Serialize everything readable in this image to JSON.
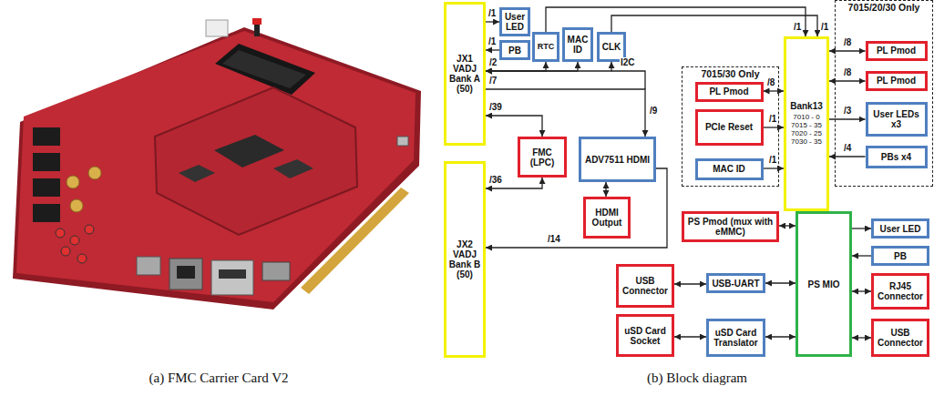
{
  "diagram": {
    "nodes": [
      {
        "text": [
          "JX1 VADJ Bank A (50)"
        ]
      },
      {
        "text": [
          "User LED"
        ]
      },
      {
        "text": [
          "PB"
        ]
      },
      {
        "text": [
          "RTC"
        ]
      },
      {
        "text": [
          "MAC ID"
        ]
      },
      {
        "text": [
          "CLK"
        ]
      },
      {
        "text": [
          "7015/30 Only"
        ]
      },
      {
        "text": [
          "PL Pmod"
        ],
        "in": 6
      },
      {
        "text": [
          "PCIe Reset"
        ],
        "in": 6
      },
      {
        "text": [
          "MAC ID"
        ],
        "in": 6
      },
      {
        "text": [
          "Bank13",
          "7010 - 0 7015 - 35 7020 - 25 7030 - 35"
        ]
      },
      {
        "text": [
          "7015/20/30 Only"
        ]
      },
      {
        "text": [
          "PL Pmod"
        ],
        "in": 11
      },
      {
        "text": [
          "PL Pmod"
        ],
        "in": 11
      },
      {
        "text": [
          "User LEDs x3"
        ],
        "in": 11
      },
      {
        "text": [
          "PBs x4"
        ],
        "in": 11
      },
      {
        "text": [
          "FMC (LPC)"
        ]
      },
      {
        "text": [
          "ADV7511 HDMI"
        ]
      },
      {
        "text": [
          "HDMI Output"
        ]
      },
      {
        "text": [
          "JX2 VADJ Bank B (50)"
        ]
      },
      {
        "text": [
          "PS Pmod (mux with eMMC)"
        ]
      },
      {
        "text": [
          "PS MIO"
        ]
      },
      {
        "text": [
          "User LED"
        ]
      },
      {
        "text": [
          "PB"
        ]
      },
      {
        "text": [
          "RJ45 Connector"
        ]
      },
      {
        "text": [
          "USB Connector"
        ]
      },
      {
        "text": [
          "USB Connector"
        ]
      },
      {
        "text": [
          "USB-UART"
        ]
      },
      {
        "text": [
          "uSD Card Socket"
        ]
      },
      {
        "text": [
          "uSD Card Translator"
        ]
      }
    ],
    "edges": [
      {
        "from": 0,
        "to": 1,
        "arrow": "to",
        "label": "/1"
      },
      {
        "from": 2,
        "to": 0,
        "arrow": "to",
        "label": "/1"
      },
      {
        "from": 3,
        "to": 0,
        "arrow": "both"
      },
      {
        "from": 4,
        "to": 0,
        "arrow": "both"
      },
      {
        "from": 5,
        "to": 0,
        "arrow": "both"
      },
      {
        "from": 3,
        "to": 10,
        "arrow": "to",
        "label": "/1"
      },
      {
        "from": 5,
        "to": 10,
        "arrow": "to",
        "label": "/1"
      },
      {
        "from": 0,
        "to": 17,
        "arrow": "to",
        "label": "/7"
      },
      {
        "from": 0,
        "to": 16,
        "arrow": "both",
        "label": "/39"
      },
      {
        "from": 19,
        "to": 16,
        "arrow": "both",
        "label": "/36"
      },
      {
        "from": 17,
        "to": 19,
        "arrow": "to",
        "label": "/14"
      },
      {
        "from": 17,
        "to": 18,
        "arrow": "both"
      },
      {
        "from": 7,
        "to": 10,
        "arrow": "both",
        "label": "/8"
      },
      {
        "from": 8,
        "to": 10,
        "arrow": "to",
        "label": "/1"
      },
      {
        "from": 9,
        "to": 10,
        "arrow": "to",
        "label": "/1"
      },
      {
        "from": 10,
        "to": 12,
        "arrow": "both",
        "label": "/8"
      },
      {
        "from": 10,
        "to": 13,
        "arrow": "both",
        "label": "/8"
      },
      {
        "from": 10,
        "to": 14,
        "arrow": "to",
        "label": "/3"
      },
      {
        "from": 15,
        "to": 10,
        "arrow": "to",
        "label": "/4"
      },
      {
        "from": 20,
        "to": 21,
        "arrow": "both"
      },
      {
        "from": 21,
        "to": 22,
        "arrow": "to"
      },
      {
        "from": 23,
        "to": 21,
        "arrow": "to"
      },
      {
        "from": 21,
        "to": 24,
        "arrow": "both"
      },
      {
        "from": 21,
        "to": 25,
        "arrow": "both"
      },
      {
        "from": 26,
        "to": 27,
        "arrow": "both"
      },
      {
        "from": 27,
        "to": 21,
        "arrow": "both"
      },
      {
        "from": 28,
        "to": 29,
        "arrow": "both"
      },
      {
        "from": 29,
        "to": 21,
        "arrow": "both"
      }
    ],
    "labels": [
      "/2",
      "I2C",
      "/9",
      "(a) FMC Carrier Card V2",
      "(b) Block diagram"
    ]
  }
}
